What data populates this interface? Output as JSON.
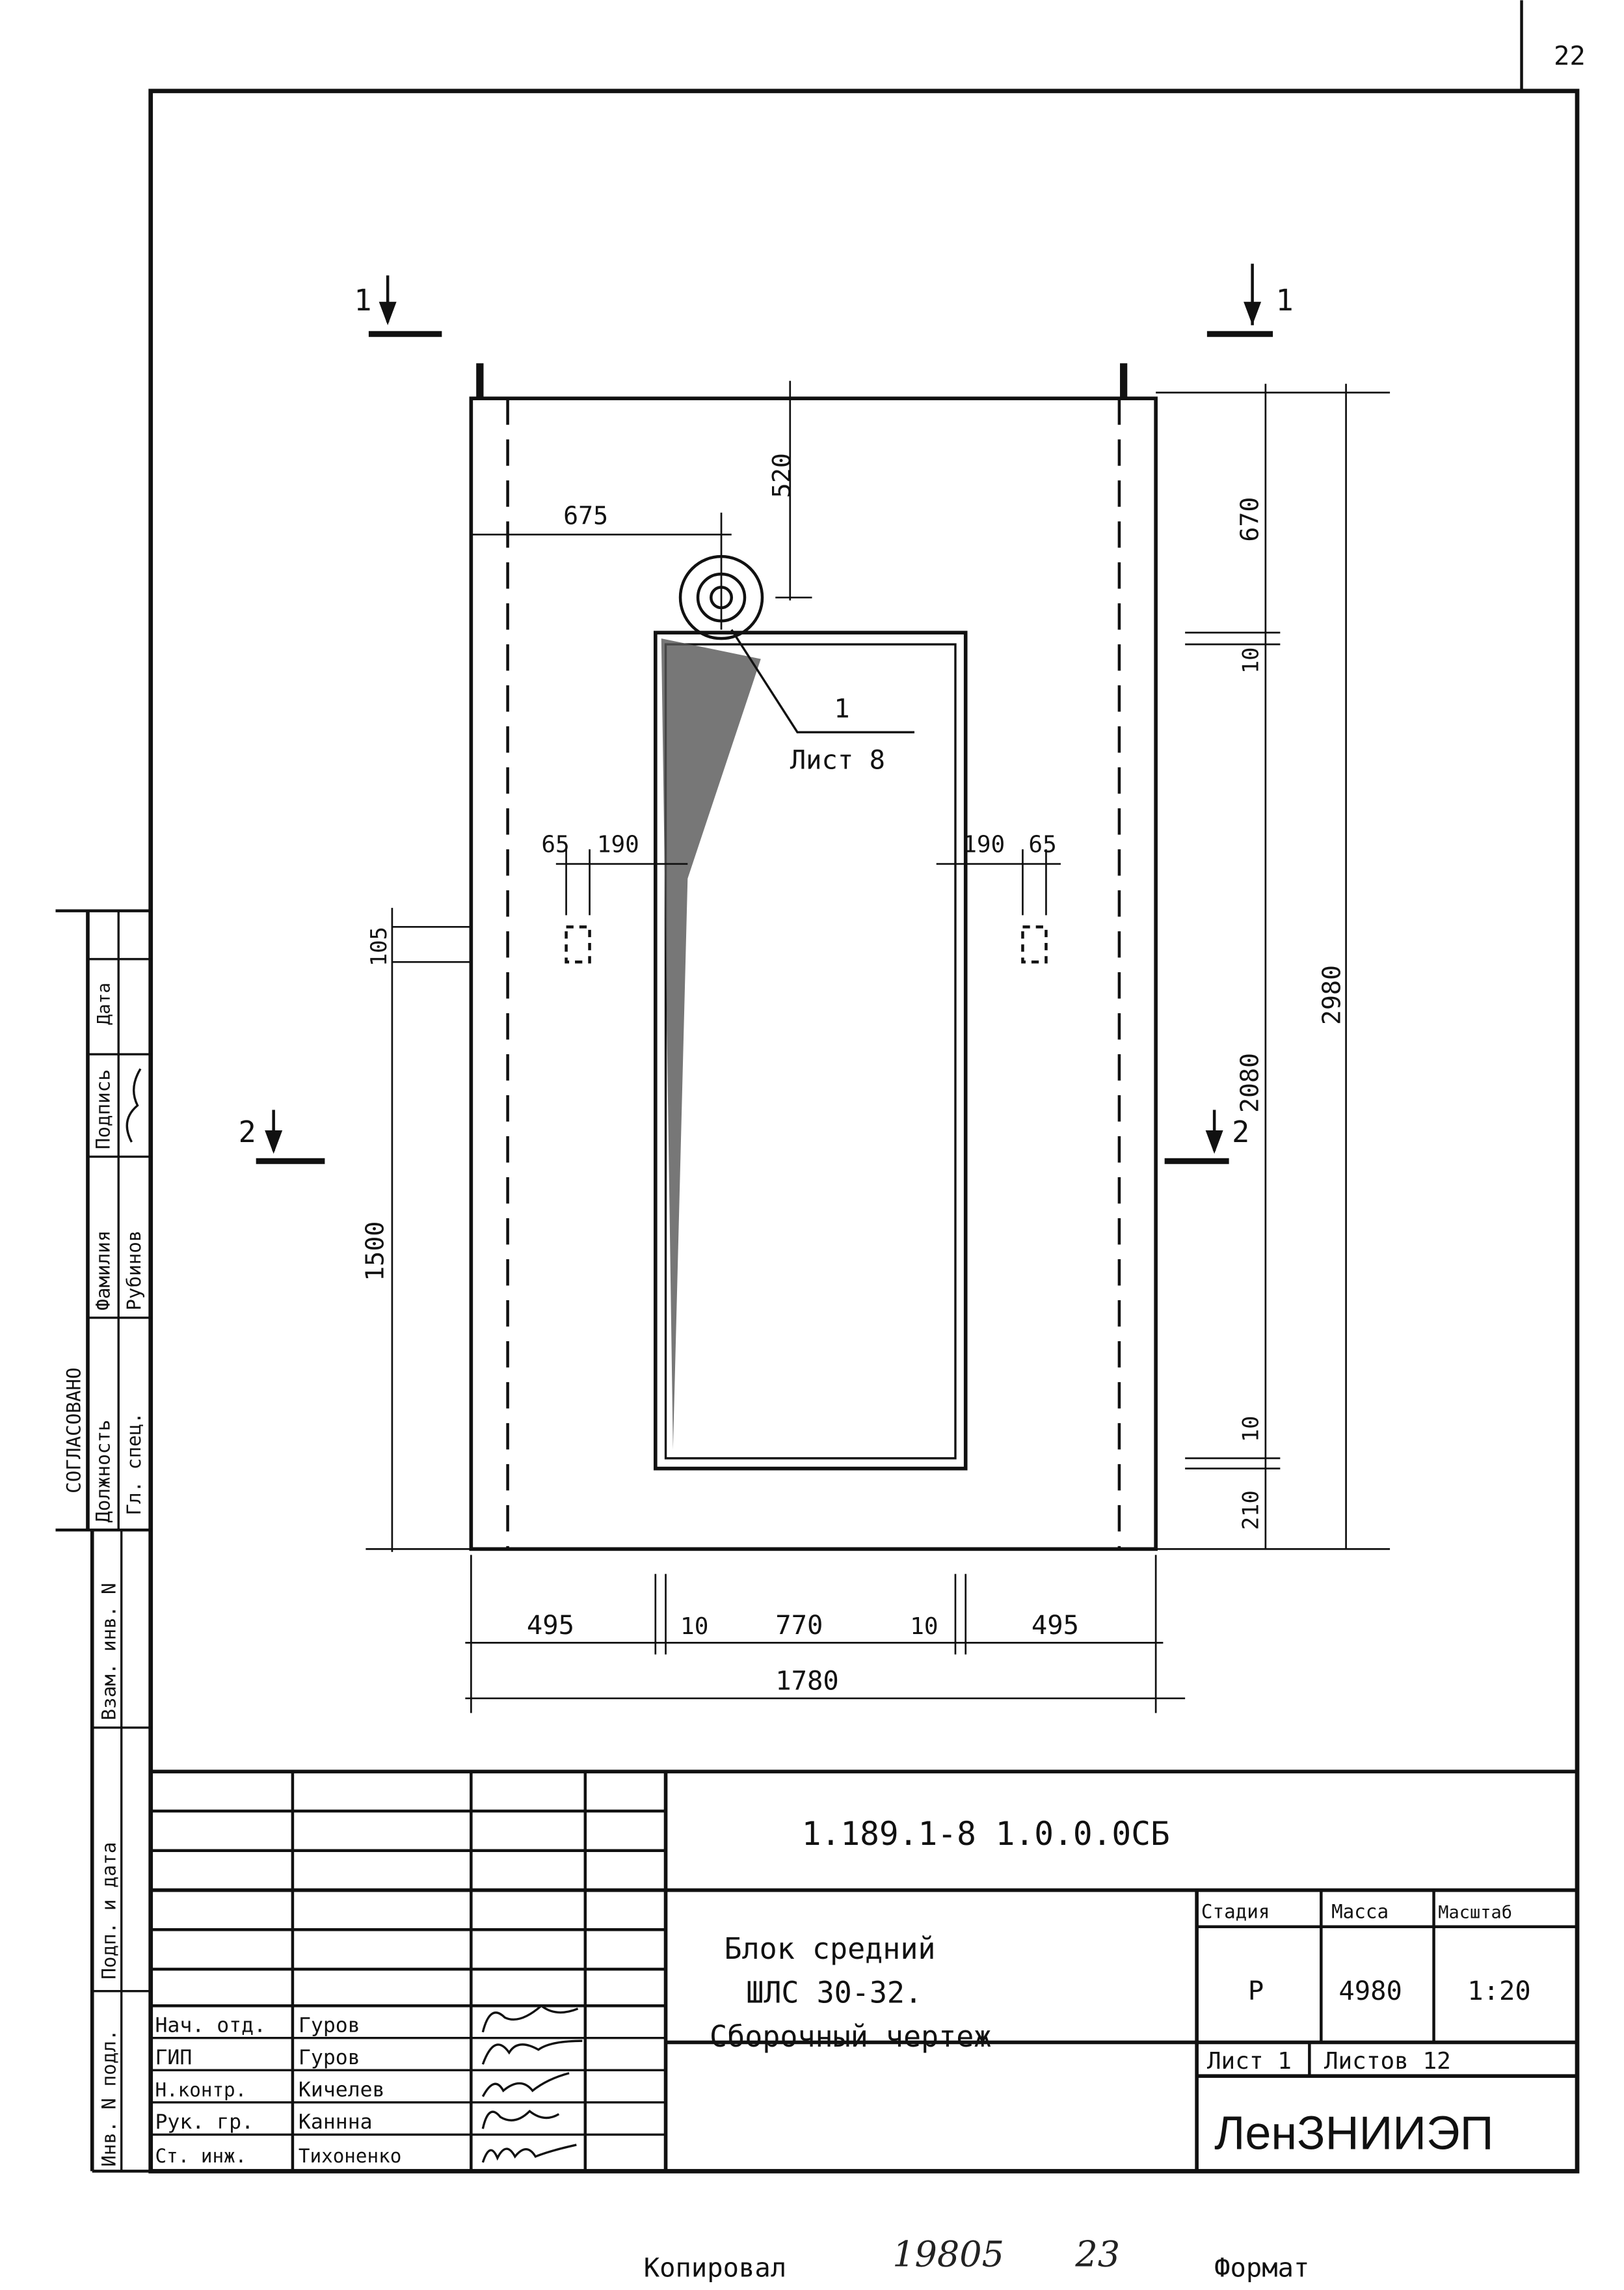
{
  "page_number": "22",
  "sections": {
    "s1_left": "1",
    "s1_right": "1",
    "s2_left": "2",
    "s2_right": "2"
  },
  "dimensions": {
    "d675": "675",
    "d520": "520",
    "d670": "670",
    "d10a": "10",
    "d2080": "2080",
    "d2980": "2980",
    "d10b": "10",
    "d210": "210",
    "d65a": "65",
    "d190a": "190",
    "d190b": "190",
    "d65b": "65",
    "d105": "105",
    "d1500": "1500",
    "d495a": "495",
    "d10c": "10",
    "d770": "770",
    "d10d": "10",
    "d495b": "495",
    "d1780": "1780"
  },
  "callout": {
    "number": "1",
    "sheet": "Лист 8"
  },
  "stamp_approval": {
    "header": "СОГЛАСОВАНО",
    "col_headers": [
      "Должность",
      "Фамилия",
      "Подпись",
      "Дата"
    ],
    "values": [
      "Гл. спец.",
      "Рубинов",
      "",
      ""
    ],
    "signature_text": "Рубинов"
  },
  "stamp_inventory": [
    "Взам. инв. N",
    "Подп. и дата",
    "Инв. N подл."
  ],
  "title_block": {
    "designation": "1.189.1-8 1.0.0.0СБ",
    "title_lines": [
      "Блок средний",
      "ШЛС 30-32.",
      "Сборочный чертеж"
    ],
    "headers": {
      "stage": "Стадия",
      "mass": "Масса",
      "scale": "Масштаб"
    },
    "stage": "Р",
    "mass": "4980",
    "scale": "1:20",
    "sheet": "Лист 1",
    "sheets_total": "Листов 12",
    "organization": "ЛенЗНИИЭП",
    "staff": [
      {
        "role": "Нач. отд.",
        "name": "Гуров"
      },
      {
        "role": "ГИП",
        "name": "Гуров"
      },
      {
        "role": "Н.контр.",
        "name": "Кичелев"
      },
      {
        "role": "Рук. гр.",
        "name": "Каннна"
      },
      {
        "role": "Ст. инж.",
        "name": "Тихоненко"
      }
    ]
  },
  "footer": {
    "copied": "Копировал",
    "number": "19805",
    "sheet_num": "23",
    "format": "Формат"
  }
}
